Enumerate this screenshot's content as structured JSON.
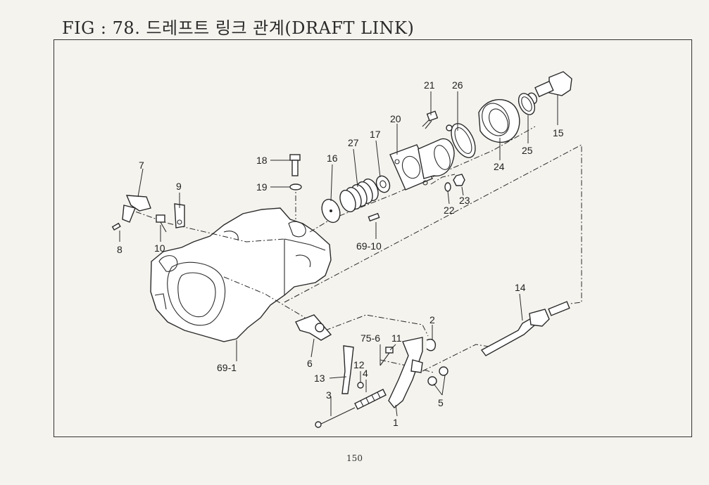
{
  "header": {
    "title": "FIG : 78. 드레프트 링크 관계(DRAFT LINK)"
  },
  "footer": {
    "page_number": "150"
  },
  "callouts": {
    "p1": "1",
    "p2": "2",
    "p3": "3",
    "p4": "4",
    "p5": "5",
    "p6": "6",
    "p7": "7",
    "p8": "8",
    "p9": "9",
    "p10": "10",
    "p11": "11",
    "p12": "12",
    "p13": "13",
    "p14": "14",
    "p15": "15",
    "p16": "16",
    "p17": "17",
    "p18": "18",
    "p19": "19",
    "p20": "20",
    "p21": "21",
    "p22": "22",
    "p23": "23",
    "p24": "24",
    "p25": "25",
    "p26": "26",
    "p27": "27",
    "p69_1": "69-1",
    "p69_10": "69-10",
    "p75_6": "75-6"
  }
}
